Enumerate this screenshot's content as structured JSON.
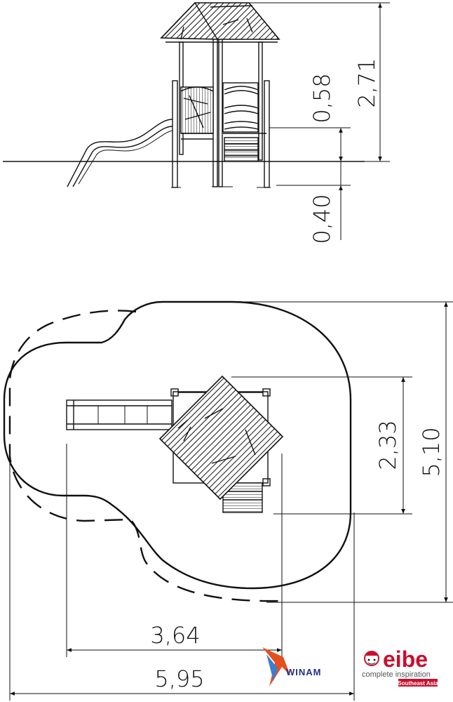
{
  "elevation": {
    "dimensions": {
      "total_height": "2,71",
      "deck_height": "0,58",
      "foundation_depth": "0,40"
    }
  },
  "plan": {
    "dimensions": {
      "tower_depth": "2,33",
      "safety_depth": "5,10",
      "inner_width": "3,64",
      "safety_width": "5,95"
    }
  },
  "logos": {
    "winam": {
      "name": "WINAM",
      "color": "#1f2f8a",
      "accent": "#e5501e"
    },
    "eibe": {
      "name": "eibe",
      "tagline": "complete inspiration",
      "region": "Southeast Asia",
      "color": "#c8102e"
    }
  }
}
